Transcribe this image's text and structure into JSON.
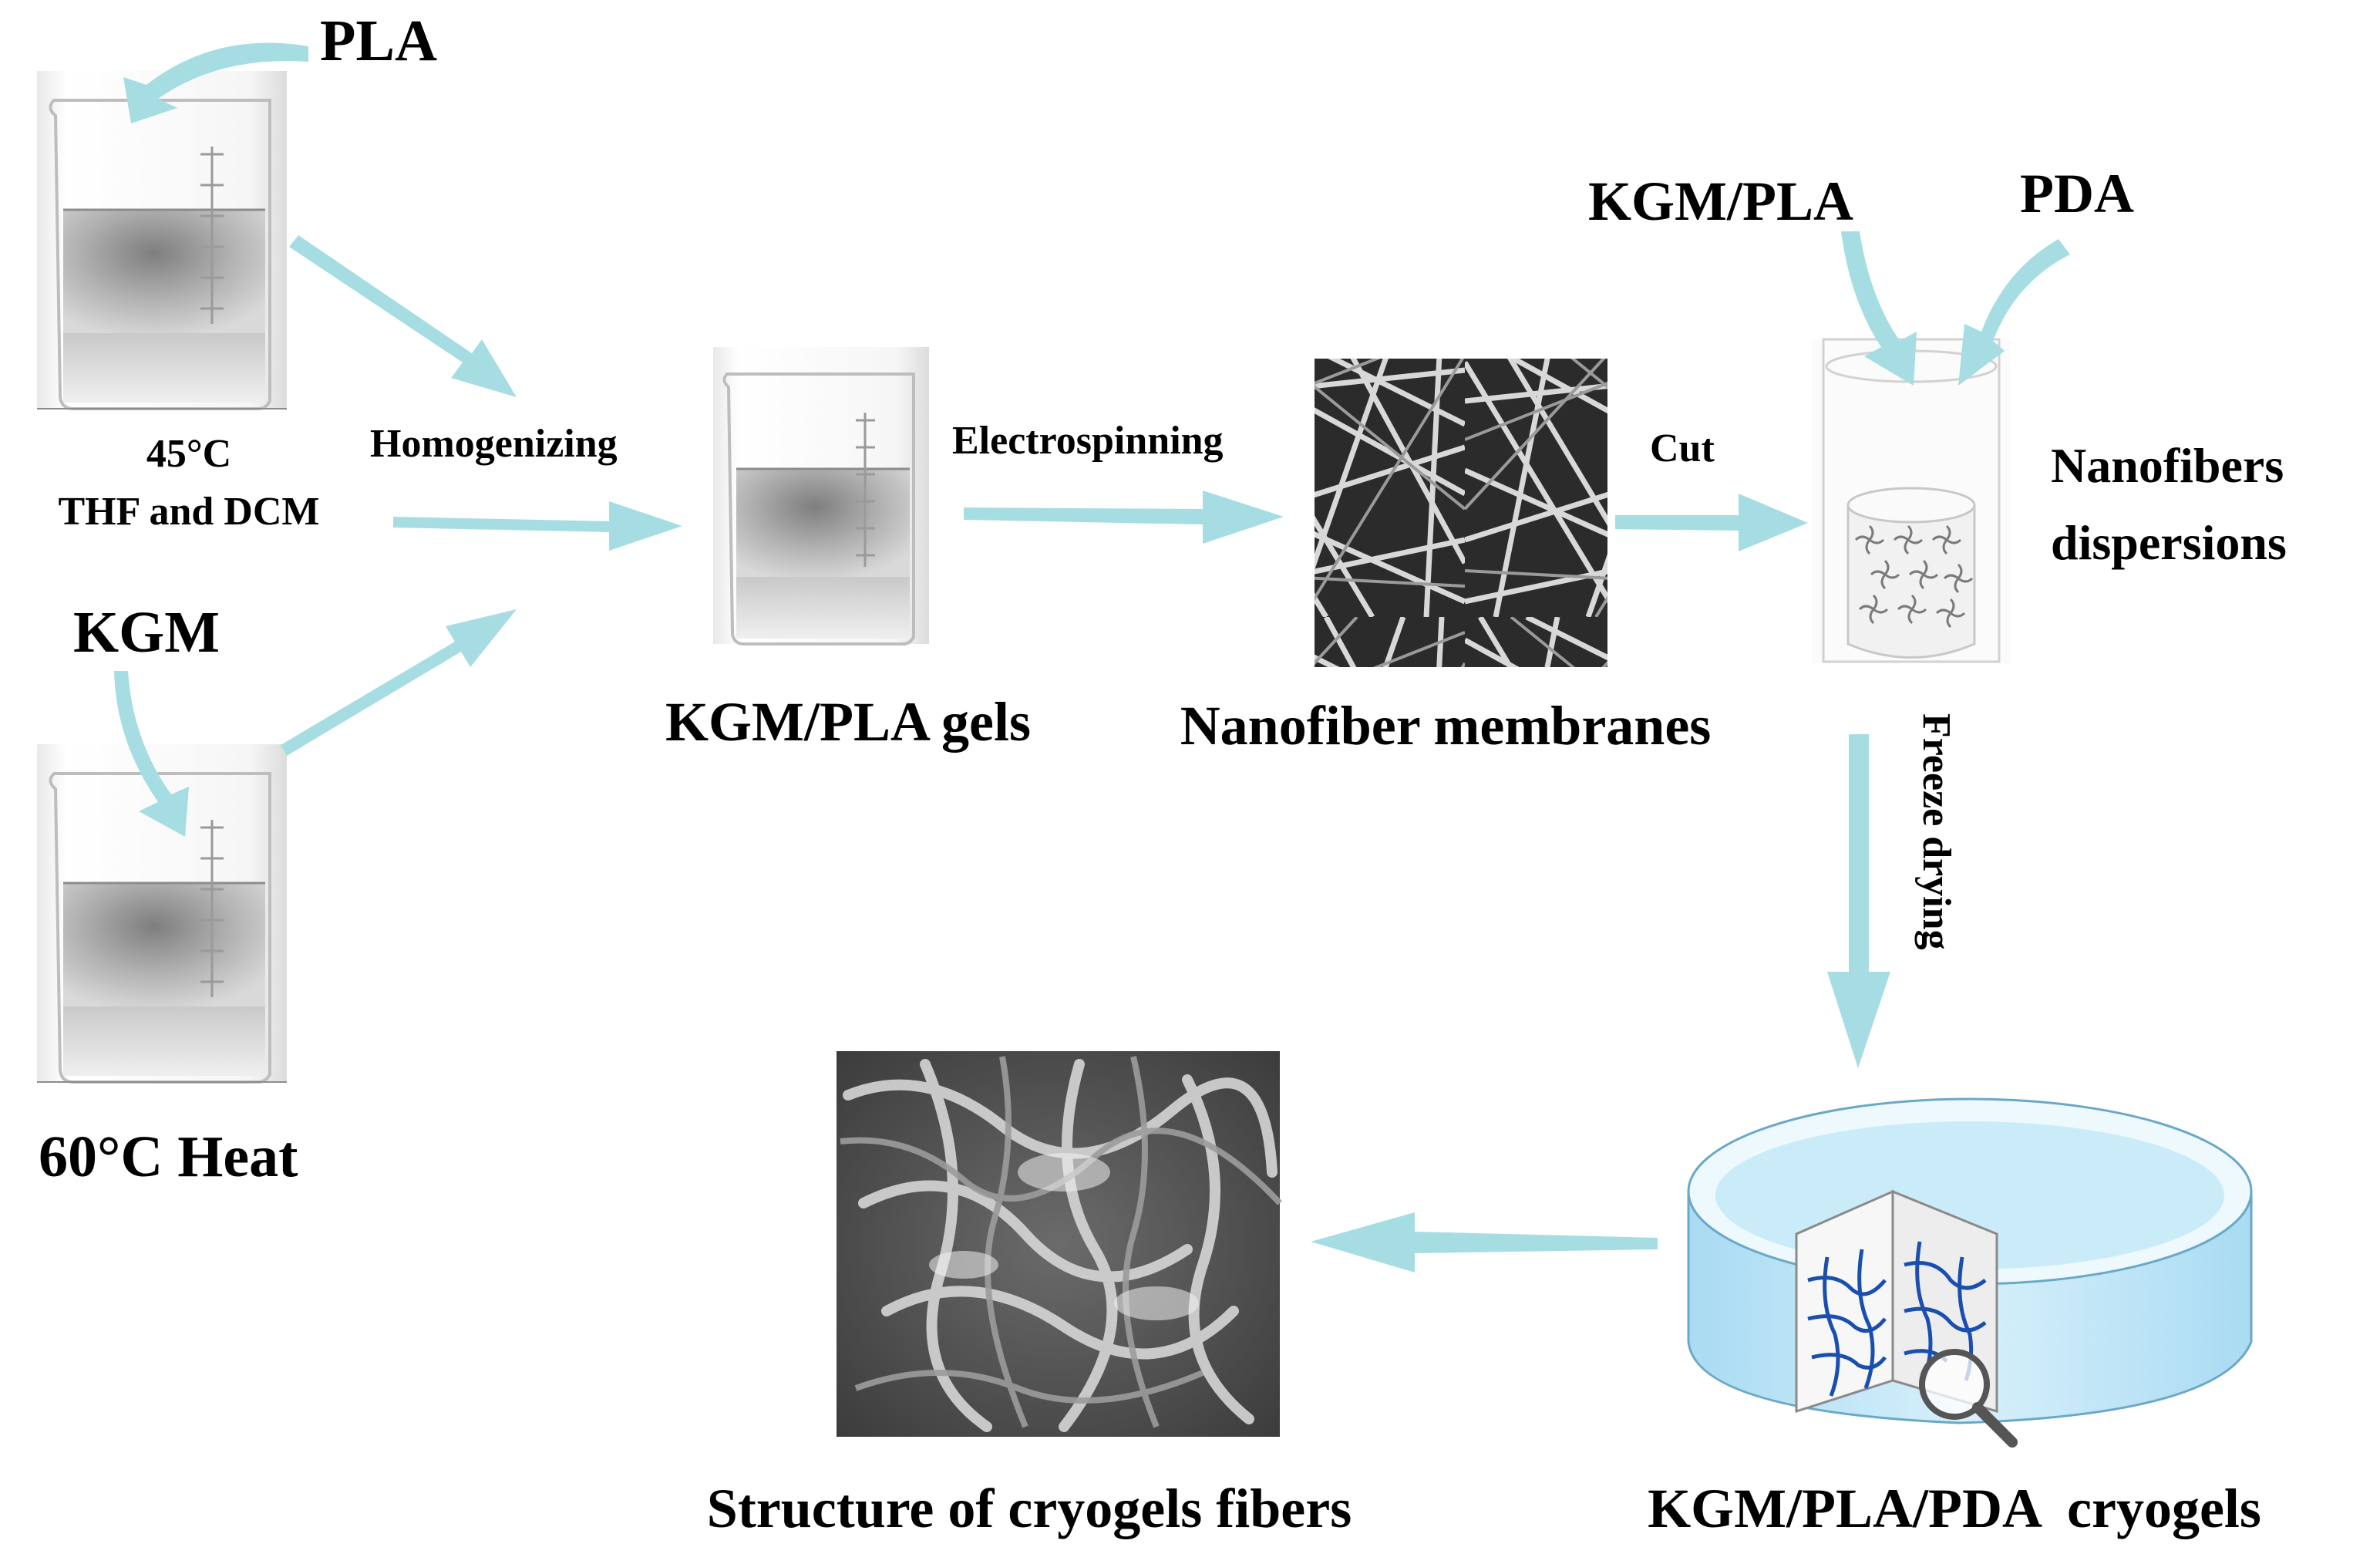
{
  "labels": {
    "pla": "PLA",
    "kgm": "KGM",
    "cond_45_line1": "45°C",
    "cond_45_line2": "THF and DCM",
    "cond_60": "60°C Heat",
    "homogenizing": "Homogenizing",
    "electrospinning": "Electrospinning",
    "cut": "Cut",
    "kgm_pla_gels": "KGM/PLA gels",
    "nanofiber_membranes": "Nanofiber membranes",
    "kgm_pla_top": "KGM/PLA",
    "pda": "PDA",
    "nanofibers_line1": "Nanofibers",
    "nanofibers_line2": "dispersions",
    "freeze_drying": "Freeze drying",
    "structure": "Structure of cryogels fibers",
    "cryogels": "KGM/PLA/PDA  cryogels"
  },
  "colors": {
    "arrow": "#a6dde3",
    "cryogel_fill": "#c2e6f6",
    "network": "#1a4fb0"
  }
}
